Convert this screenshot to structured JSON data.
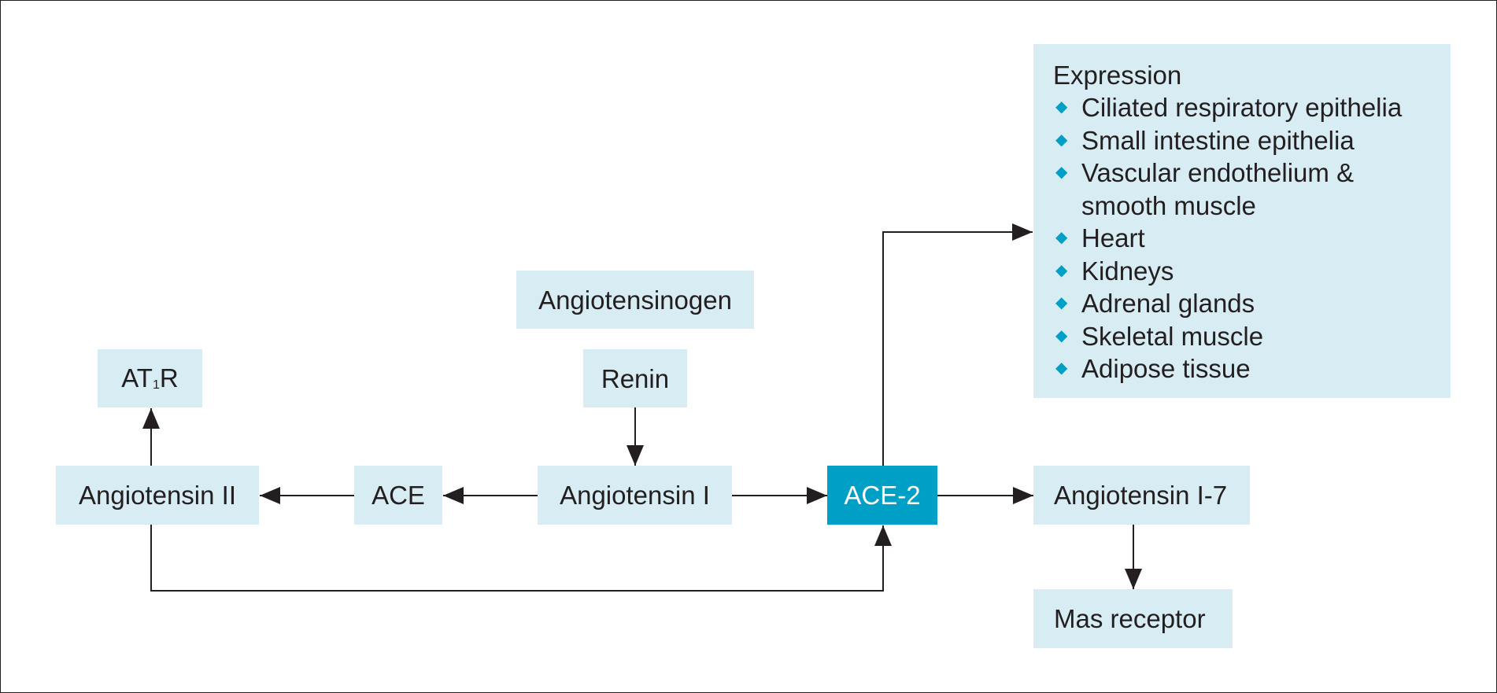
{
  "nodes": {
    "angiotensinogen": "Angiotensinogen",
    "renin": "Renin",
    "at1r": {
      "prefix": "AT",
      "sub": "1",
      "suffix": "R"
    },
    "angiotensin_ii": "Angiotensin II",
    "ace": "ACE",
    "angiotensin_i": "Angiotensin I",
    "ace2": "ACE-2",
    "angiotensin_i7": "Angiotensin I-7",
    "mas_receptor": "Mas receptor"
  },
  "expression": {
    "heading": "Expression",
    "items": [
      "Ciliated respiratory epithelia",
      "Small intestine epithelia",
      "Vascular endothelium & smooth muscle",
      "Heart",
      "Kidneys",
      "Adrenal glands",
      "Skeletal muscle",
      "Adipose tissue"
    ]
  },
  "colors": {
    "box_fill": "#d7ecf3",
    "highlight_fill": "#00a0c6",
    "bullet": "#00a0c6",
    "line": "#231f20"
  }
}
